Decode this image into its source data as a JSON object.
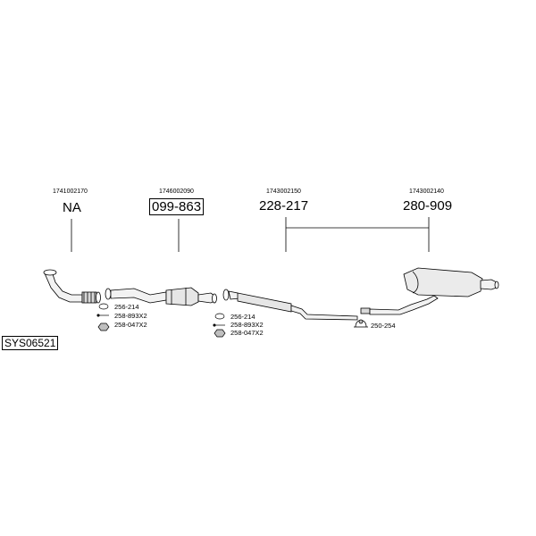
{
  "parts": [
    {
      "oe_number": "1741002170",
      "part_label": "NA",
      "boxed": false
    },
    {
      "oe_number": "1746002090",
      "part_label": "099-863",
      "boxed": true
    },
    {
      "oe_number": "1743002150",
      "part_label": "228-217",
      "boxed": false
    },
    {
      "oe_number": "1743002140",
      "part_label": "280-909",
      "boxed": false
    }
  ],
  "fitting_groups": [
    {
      "items": [
        "256-214",
        "258-893X2",
        "258-047X2"
      ]
    },
    {
      "items": [
        "256-214",
        "258-893X2",
        "258-047X2"
      ]
    }
  ],
  "clamp": {
    "label": "250-254"
  },
  "system_code": "SYS06521"
}
